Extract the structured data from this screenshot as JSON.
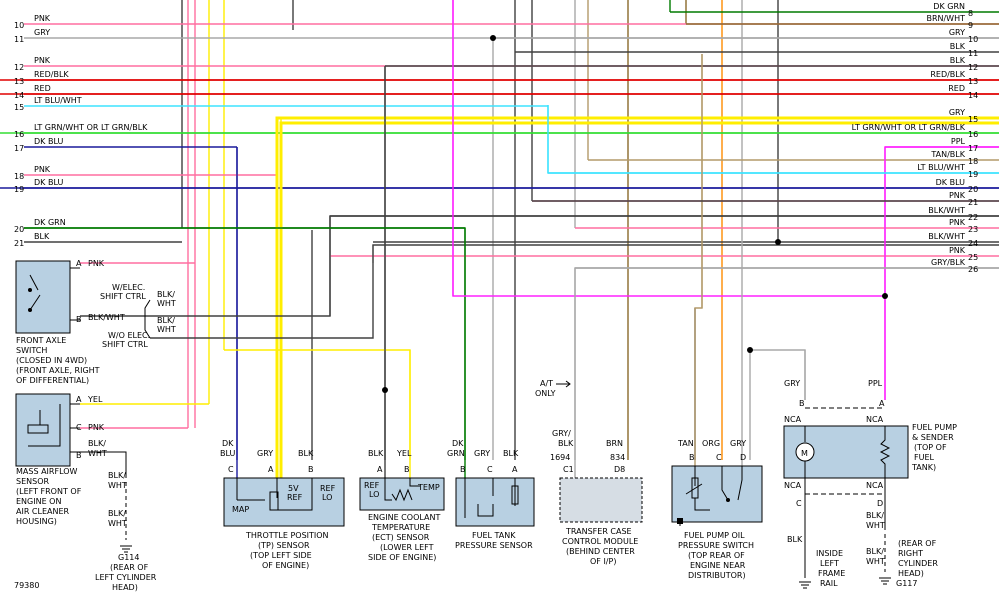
{
  "figure_id": "79380",
  "colors": {
    "pnk": "#ff6fa0",
    "red": "#e00000",
    "gray": "#a8a8a8",
    "ltblu": "#3de4ff",
    "ltgrn": "#33dd33",
    "dkblu": "#1a1a9c",
    "dkgrn": "#007a00",
    "blk": "#404040",
    "yel": "#ffee00",
    "tan": "#b39a6a",
    "orange": "#ff8c00",
    "brn": "#8a6a2a",
    "ppl": "#ff22ff",
    "box_fill": "#b8d0e2"
  },
  "left_labels": [
    {
      "num": "10",
      "color_label": "PNK"
    },
    {
      "num": "11",
      "color_label": "GRY"
    },
    {
      "num": "12",
      "color_label": "PNK"
    },
    {
      "num": "13",
      "color_label": "RED/BLK"
    },
    {
      "num": "14",
      "color_label": "RED"
    },
    {
      "num": "15",
      "color_label": "LT BLU/WHT"
    },
    {
      "num": "16",
      "color_label": "LT GRN/WHT  OR  LT GRN/BLK"
    },
    {
      "num": "17",
      "color_label": "DK BLU"
    },
    {
      "num": "18",
      "color_label": "PNK"
    },
    {
      "num": "19",
      "color_label": "DK BLU"
    },
    {
      "num": "20",
      "color_label": "DK GRN"
    },
    {
      "num": "21",
      "color_label": "BLK"
    }
  ],
  "right_labels": [
    {
      "num": "8",
      "color_label": "DK GRN"
    },
    {
      "num": "9",
      "color_label": "BRN/WHT"
    },
    {
      "num": "10",
      "color_label": "GRY"
    },
    {
      "num": "11",
      "color_label": "BLK"
    },
    {
      "num": "12",
      "color_label": "BLK"
    },
    {
      "num": "13",
      "color_label": "RED/BLK"
    },
    {
      "num": "14",
      "color_label": "RED"
    },
    {
      "num": "15",
      "color_label": "GRY"
    },
    {
      "num": "16",
      "color_label": "LT GRN/WHT  OR  LT GRN/BLK"
    },
    {
      "num": "17",
      "color_label": "PPL"
    },
    {
      "num": "18",
      "color_label": "TAN/BLK"
    },
    {
      "num": "19",
      "color_label": "LT BLU/WHT"
    },
    {
      "num": "20",
      "color_label": "DK BLU"
    },
    {
      "num": "21",
      "color_label": "PNK"
    },
    {
      "num": "22",
      "color_label": "BLK/WHT"
    },
    {
      "num": "23",
      "color_label": "PNK"
    },
    {
      "num": "24",
      "color_label": "BLK/WHT"
    },
    {
      "num": "25",
      "color_label": "PNK"
    },
    {
      "num": "26",
      "color_label": "GRY/BLK"
    }
  ],
  "front_axle": {
    "name": [
      "FRONT AXLE",
      "SWITCH",
      "(CLOSED IN 4WD)",
      "(FRONT AXLE, RIGHT",
      "OF DIFFERENTIAL)"
    ],
    "pin_a": "A",
    "pin_a_wire": "PNK",
    "pin_b": "B",
    "pin_b_wire": "BLK/WHT",
    "option1": [
      "W/ELEC.",
      "SHIFT CTRL"
    ],
    "option1_wire": [
      "BLK/",
      "WHT"
    ],
    "option2": [
      "W/O ELEC.",
      "SHIFT CTRL"
    ],
    "option2_wire": [
      "BLK/",
      "WHT"
    ]
  },
  "maf": {
    "name": [
      "MASS AIRFLOW",
      "SENSOR",
      "(LEFT FRONT OF",
      "ENGINE ON",
      "AIR CLEANER",
      "HOUSING)"
    ],
    "pin_a": "A",
    "pin_a_wire": "YEL",
    "pin_c": "C",
    "pin_c_wire": "PNK",
    "pin_b": "B",
    "pin_b_wire": [
      "BLK/",
      "WHT"
    ],
    "wire_below": [
      "BLK/",
      "WHT"
    ],
    "wire_below2": [
      "BLK/",
      "WHT"
    ],
    "ground_id": "G114",
    "ground_desc": [
      "(REAR OF",
      "LEFT CYLINDER",
      "HEAD)"
    ]
  },
  "tp": {
    "name": [
      "THROTTLE POSITION",
      "(TP) SENSOR",
      "(TOP LEFT SIDE",
      "OF ENGINE)"
    ],
    "pins": [
      "C",
      "A",
      "B"
    ],
    "wires": [
      [
        "DK",
        "BLU"
      ],
      [
        "GRY"
      ],
      [
        "BLK"
      ]
    ],
    "inner": [
      "MAP",
      "5V",
      "REF",
      "REF",
      "LO"
    ]
  },
  "ect": {
    "name": [
      "ENGINE COOLANT",
      "TEMPERATURE",
      "(ECT) SENSOR",
      "(LOWER LEFT",
      "SIDE OF ENGINE)"
    ],
    "pins": [
      "A",
      "B"
    ],
    "wires": [
      "BLK",
      "YEL"
    ],
    "inner": [
      "REF",
      "LO",
      "TEMP"
    ]
  },
  "fuel_tank": {
    "name": [
      "FUEL TANK",
      "PRESSURE SENSOR"
    ],
    "pins": [
      "B",
      "C",
      "A"
    ],
    "wires": [
      [
        "DK",
        "GRN"
      ],
      [
        "GRY"
      ],
      [
        "BLK"
      ]
    ]
  },
  "transfer_case": {
    "note": [
      "A/T",
      "ONLY"
    ],
    "name": [
      "TRANSFER CASE",
      "CONTROL MODULE",
      "(BEHIND CENTER",
      "OF I/P)"
    ],
    "pins": [
      "C1",
      "D8"
    ],
    "circuits": [
      "1694",
      "834"
    ],
    "wires": [
      [
        "GRY/",
        "BLK"
      ],
      [
        "BRN"
      ]
    ]
  },
  "fuel_pump_switch": {
    "name": [
      "FUEL PUMP OIL",
      "PRESSURE SWITCH",
      "(TOP REAR OF",
      "ENGINE NEAR",
      "DISTRIBUTOR)"
    ],
    "pins": [
      "B",
      "C",
      "D"
    ],
    "wires": [
      "TAN",
      "ORG",
      "GRY"
    ]
  },
  "fuel_pump": {
    "name": [
      "FUEL PUMP",
      "& SENDER",
      "(TOP OF",
      "FUEL",
      "TANK)"
    ],
    "motor": "M",
    "top_pins": [
      "B",
      "A"
    ],
    "top_wires": [
      "GRY",
      "PPL"
    ],
    "top_nca": [
      "NCA",
      "NCA"
    ],
    "bottom_nca": [
      "NCA",
      "NCA"
    ],
    "bottom_pins": [
      "C",
      "D"
    ],
    "bottom_wires": [
      [
        "BLK"
      ],
      [
        "BLK/",
        "WHT"
      ]
    ],
    "ground_left": [
      "INSIDE",
      "LEFT",
      "FRAME",
      "RAIL"
    ],
    "wire_below2": [
      "BLK/",
      "WHT"
    ],
    "ground_right_desc": [
      "(REAR OF",
      "RIGHT",
      "CYLINDER",
      "HEAD)"
    ],
    "ground_right_id": "G117"
  }
}
